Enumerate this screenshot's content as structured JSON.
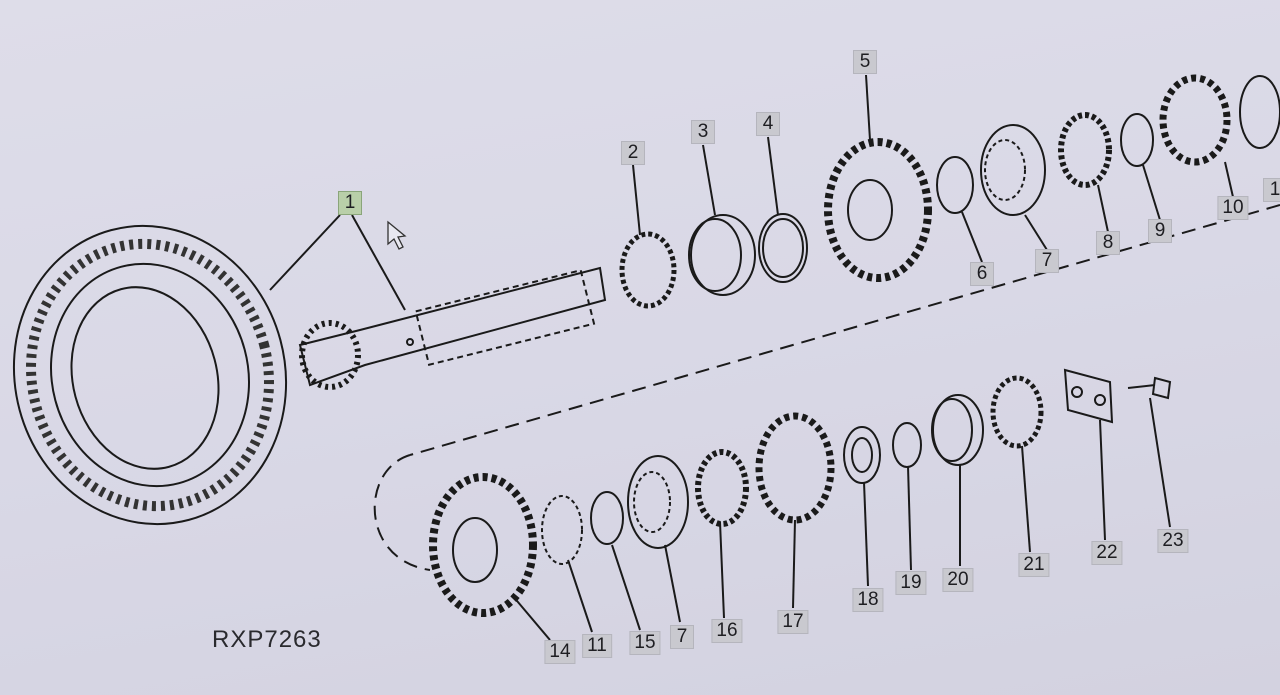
{
  "figure_code": "RXP7263",
  "callouts": [
    "1",
    "2",
    "3",
    "4",
    "5",
    "6",
    "7",
    "8",
    "9",
    "10",
    "1",
    "14",
    "11",
    "15",
    "7",
    "16",
    "17",
    "18",
    "19",
    "20",
    "21",
    "22",
    "23"
  ],
  "colors": {
    "background": "#dcdbe8",
    "line": "#1a1a1a",
    "callout_box": "#c9c9cf",
    "callout_highlight": "#b9cfa9"
  },
  "icons": [
    "mouse-cursor-icon"
  ]
}
